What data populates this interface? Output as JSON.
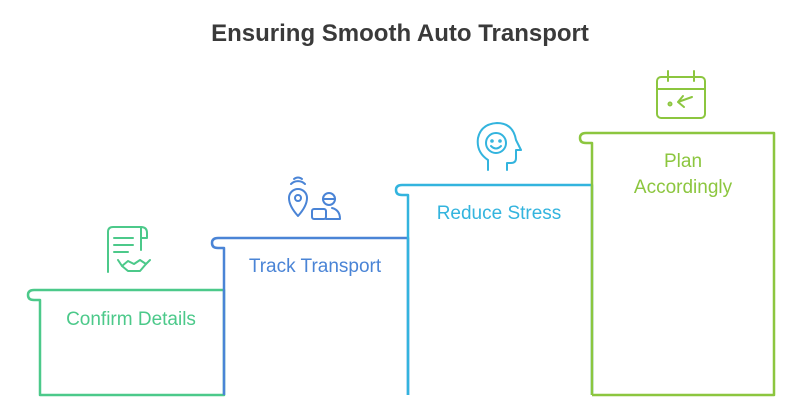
{
  "title": "Ensuring Smooth Auto Transport",
  "steps": [
    {
      "label": "Confirm Details",
      "color": "#4cc98a",
      "icon": "handshake-document-icon"
    },
    {
      "label": "Track Transport",
      "color": "#4a84d6",
      "icon": "location-tracking-icon"
    },
    {
      "label": "Reduce Stress",
      "color": "#33b4de",
      "icon": "smiling-head-icon"
    },
    {
      "label": "Plan Accordingly",
      "label_lines": [
        "Plan",
        "Accordingly"
      ],
      "color": "#8cc63f",
      "icon": "calendar-icon"
    }
  ]
}
